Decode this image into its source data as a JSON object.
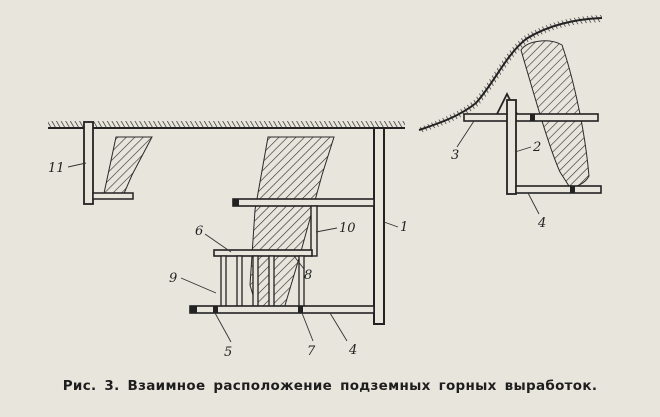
{
  "figure": {
    "caption": "Рис. 3. Взаимное расположение подземных горных выработок.",
    "labels": {
      "l1": "1",
      "l2": "2",
      "l3": "3",
      "l4a": "4",
      "l4b": "4",
      "l5": "5",
      "l6": "6",
      "l7": "7",
      "l8": "8",
      "l9": "9",
      "l10": "10",
      "l11": "11"
    }
  }
}
